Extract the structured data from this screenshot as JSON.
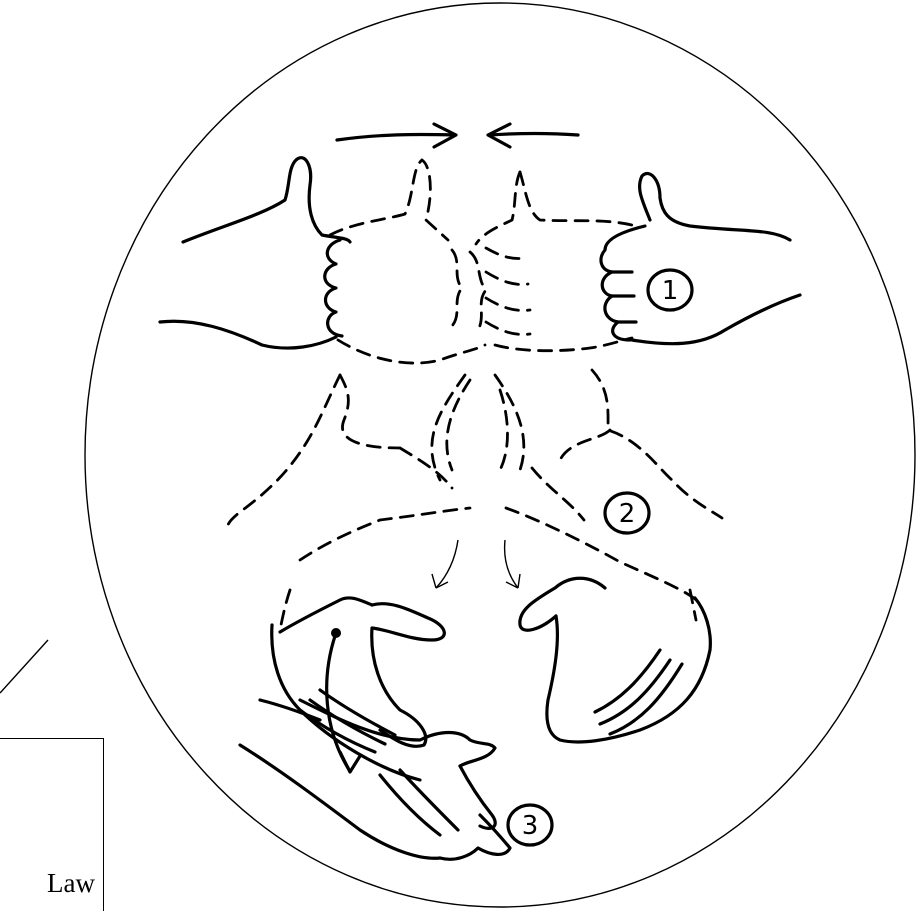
{
  "step_labels": [
    "1",
    "2",
    "3"
  ],
  "caption": {
    "text": "Law"
  },
  "colors": {
    "ink": "#000000",
    "background": "#ffffff"
  }
}
